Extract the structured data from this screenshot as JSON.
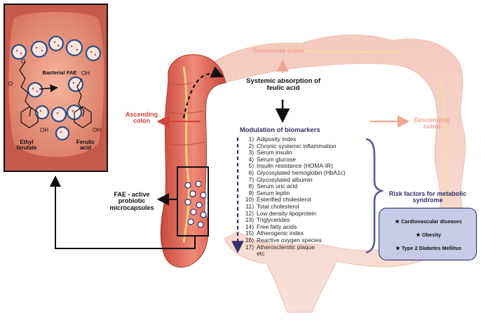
{
  "colors": {
    "colon_light": "#f7d4cc",
    "colon_dark": "#d96a5c",
    "label_salmon": "#f0a591",
    "label_red": "#d3443c",
    "label_navy": "#33306b",
    "risk_box_fill": "#c7cbe8",
    "connector": "#111111"
  },
  "colon_labels": {
    "transverse": "Transverse colon",
    "ascending": "Ascending colon",
    "descending": "Descending colon"
  },
  "inset": {
    "bacterial_fae": "Bacterial FAE",
    "ethyl_ferulate": "Ethyl ferulate",
    "ferulic_acid": "Ferulic acid",
    "atom_o": "O",
    "atom_oh": "OH"
  },
  "absorption_label": "Systemic absorption of feulic acid",
  "microcapsules_label": "FAE - active probiotic microcapsules",
  "biomarkers": {
    "title": "Modulation of biomarkers",
    "items": [
      {
        "num": "1)",
        "text": "Adiposity index"
      },
      {
        "num": "2)",
        "text": "Chronic systemic inflammation"
      },
      {
        "num": "3)",
        "text": "Serum insulin"
      },
      {
        "num": "4)",
        "text": "Serum glucose"
      },
      {
        "num": "5)",
        "text": "Insulin resistance (HOMA-IR)"
      },
      {
        "num": "6)",
        "text": "Glycosylated hemoglobin (HbA1c)"
      },
      {
        "num": "7)",
        "text": "Glycosylated albumin"
      },
      {
        "num": "8)",
        "text": "Serum uric acid"
      },
      {
        "num": "9)",
        "text": "Serum leptin"
      },
      {
        "num": "10)",
        "text": "Esterified cholesterol"
      },
      {
        "num": "11)",
        "text": "Total cholesterol"
      },
      {
        "num": "12)",
        "text": "Low density lipoprotein"
      },
      {
        "num": "13)",
        "text": "Triglycerides"
      },
      {
        "num": "14)",
        "text": "Free fatty acids"
      },
      {
        "num": "15)",
        "text": "Atherogenic index"
      },
      {
        "num": "16)",
        "text": "Reactive oxygen species"
      },
      {
        "num": "17)",
        "text": "Atherosclerotic plaque"
      },
      {
        "num": "",
        "text": "etc"
      }
    ]
  },
  "risk": {
    "title": "Risk factors for metabolic syndrome",
    "items": [
      "Cardiovascular diseases",
      "Obesity",
      "Type 2 Diabetes Mellitus"
    ],
    "bullet": "★"
  }
}
